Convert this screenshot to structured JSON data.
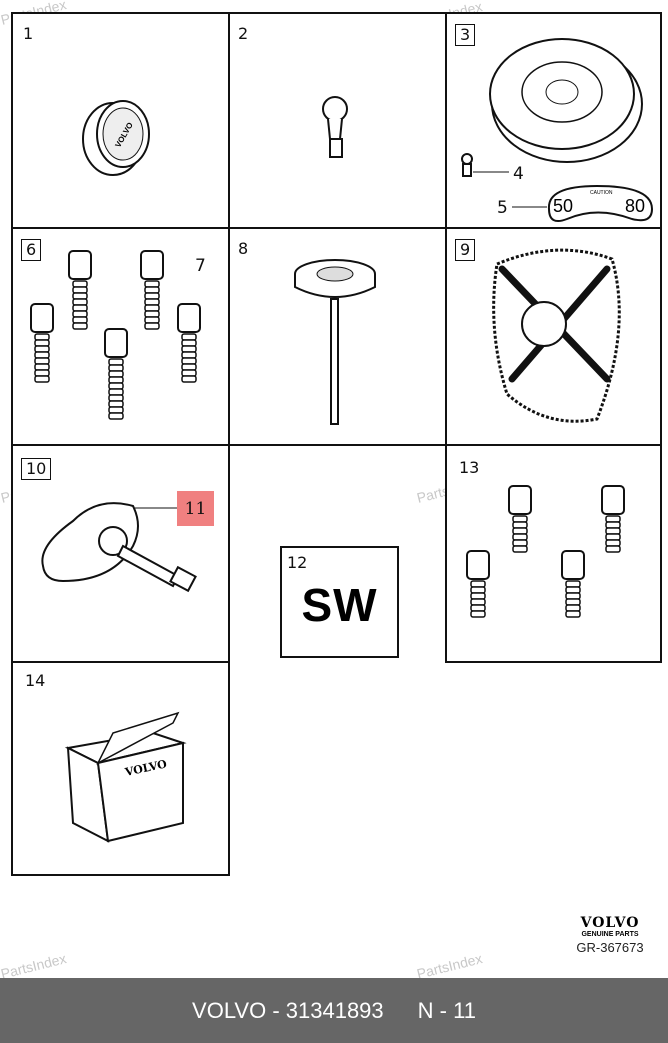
{
  "watermark": "PartsIndex",
  "cells": [
    {
      "num": "1",
      "boxed": false
    },
    {
      "num": "2",
      "boxed": false
    },
    {
      "num": "3",
      "boxed": true
    },
    {
      "num": "6",
      "boxed": true
    },
    {
      "num": "8",
      "boxed": false
    },
    {
      "num": "9",
      "boxed": true
    },
    {
      "num": "10",
      "boxed": true
    },
    {
      "num": "13",
      "boxed": false
    },
    {
      "num": "14",
      "boxed": false
    }
  ],
  "callouts": {
    "c4": "4",
    "c5": "5",
    "c7": "7",
    "c11": "11"
  },
  "highlight_color": "#f08080",
  "cap_text": "VOLVO",
  "box_text": "VOLVO",
  "sw_box": {
    "num": "12",
    "text": "SW"
  },
  "tire_label": {
    "left": "50",
    "right": "80",
    "caption": "CAUTION"
  },
  "brand": {
    "logo": "VOLVO",
    "sub": "GENUINE PARTS",
    "code": "GR-367673"
  },
  "footer": {
    "part": "VOLVO - 31341893",
    "position": "N - 11"
  }
}
